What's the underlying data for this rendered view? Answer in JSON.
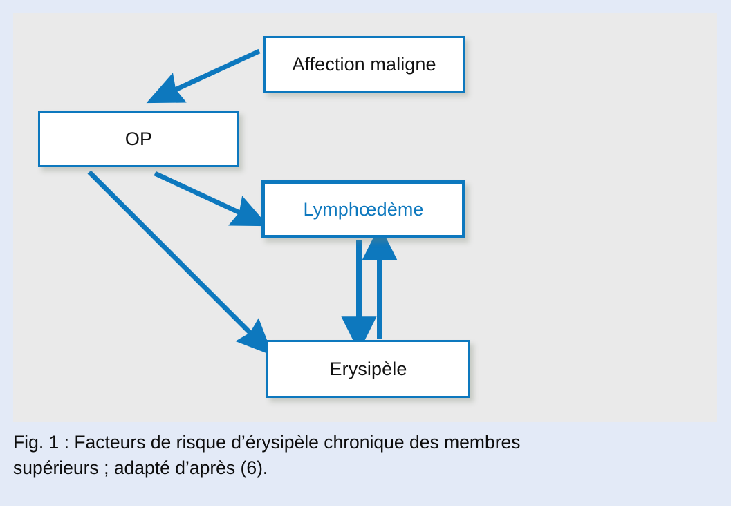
{
  "figure": {
    "caption_line1": "Fig. 1 : Facteurs de risque d’érysipèle chronique des membres",
    "caption_line2": "supérieurs ; adapté d’après (6).",
    "panel_background": "#eaeaea",
    "card_background": "#e3eaf7",
    "accent_color": "#0d78be"
  },
  "nodes": [
    {
      "id": "affection",
      "label": "Affection maligne",
      "text_color": "#111111",
      "emphasis": false
    },
    {
      "id": "op",
      "label": "OP",
      "text_color": "#111111",
      "emphasis": false
    },
    {
      "id": "lymphoedeme",
      "label": "Lymphœdème",
      "text_color": "#0d78be",
      "emphasis": true
    },
    {
      "id": "erysipele",
      "label": "Erysipèle",
      "text_color": "#111111",
      "emphasis": false
    }
  ],
  "edges": [
    {
      "id": "affection-to-op",
      "from": "affection",
      "to": "op",
      "direction": "one-way",
      "shape": "diagonal-down-left"
    },
    {
      "id": "op-to-lymphoedeme",
      "from": "op",
      "to": "lymphoedeme",
      "direction": "one-way",
      "shape": "diagonal-down-right"
    },
    {
      "id": "op-to-erysipele",
      "from": "op",
      "to": "erysipele",
      "direction": "one-way",
      "shape": "long-diagonal-down-right"
    },
    {
      "id": "lymphoedeme-to-erysipele",
      "from": "lymphoedeme",
      "to": "erysipele",
      "direction": "one-way",
      "shape": "vertical-down"
    },
    {
      "id": "erysipele-to-lymphoedeme",
      "from": "erysipele",
      "to": "lymphoedeme",
      "direction": "one-way",
      "shape": "vertical-up"
    }
  ]
}
